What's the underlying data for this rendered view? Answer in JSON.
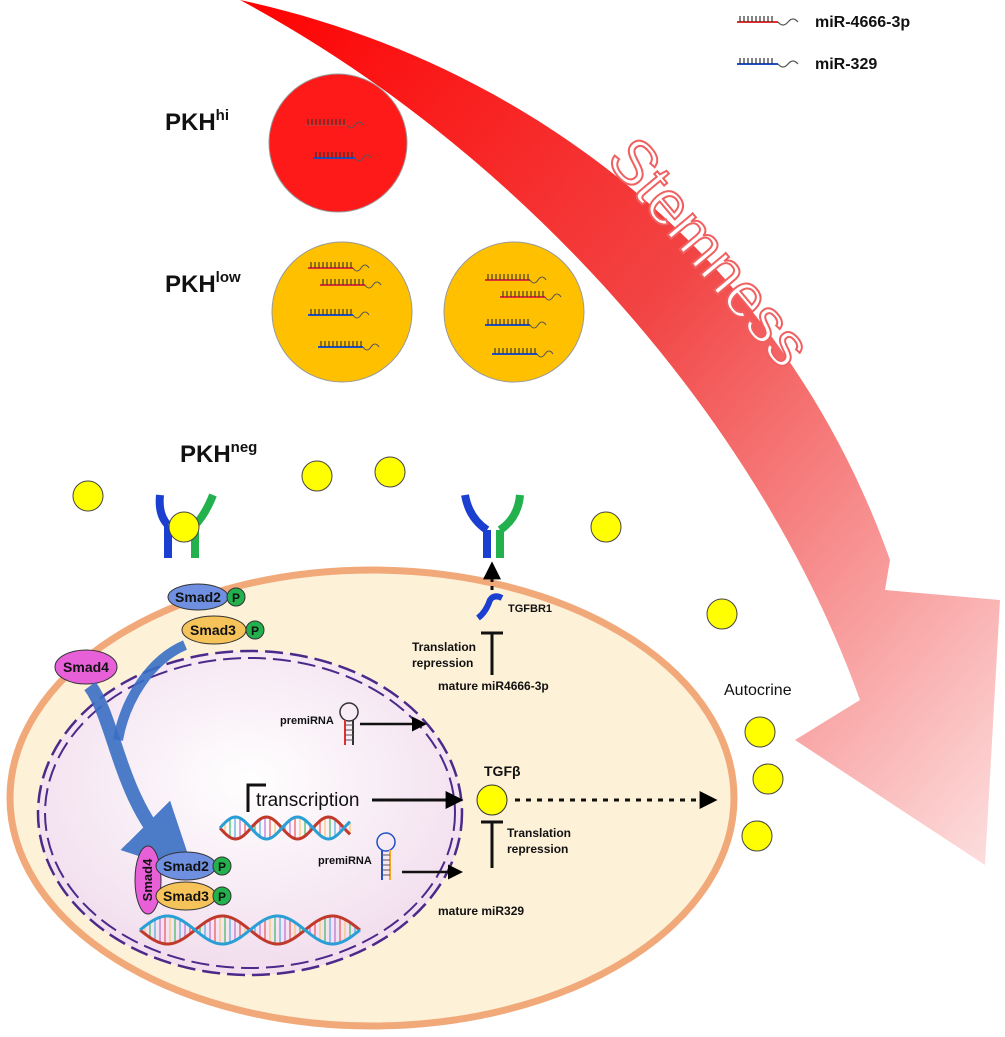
{
  "legend": [
    {
      "label": "miR-4666-3p",
      "color": "#e03030"
    },
    {
      "label": "miR-329",
      "color": "#2050c8"
    }
  ],
  "stemness_label": "Stemness",
  "populations": {
    "hi": {
      "base": "PKH",
      "sup": "hi",
      "color": "#ff1a1a"
    },
    "low": {
      "base": "PKH",
      "sup": "low",
      "color": "#ffc000"
    },
    "neg": {
      "base": "PKH",
      "sup": "neg"
    }
  },
  "cell": {
    "smad2": "Smad2",
    "smad3": "Smad3",
    "smad4": "Smad4",
    "phospho": "P",
    "tgfbr1": "TGFBR1",
    "translation_repression_1": [
      "Translation",
      "repression"
    ],
    "mature_mir4666": "mature miR4666-3p",
    "premirna_1": "premiRNA",
    "transcription": "transcription",
    "tgfb": "TGFβ",
    "translation_repression_2": [
      "Translation",
      "repression"
    ],
    "premirna_2": "premiRNA",
    "mature_mir329": "mature miR329",
    "autocrine": "Autocrine"
  },
  "colors": {
    "tgfb_ligand": "#ffff00",
    "cell_fill": "#fdf1d8",
    "cell_border": "#f2a97a",
    "nucleus_border": "#4b2a8a",
    "smad2": "#6f8fe0",
    "smad3": "#f6c25a",
    "smad4": "#e860d8",
    "phospho": "#22b14c",
    "arrow_red": "#ff1a1a"
  }
}
